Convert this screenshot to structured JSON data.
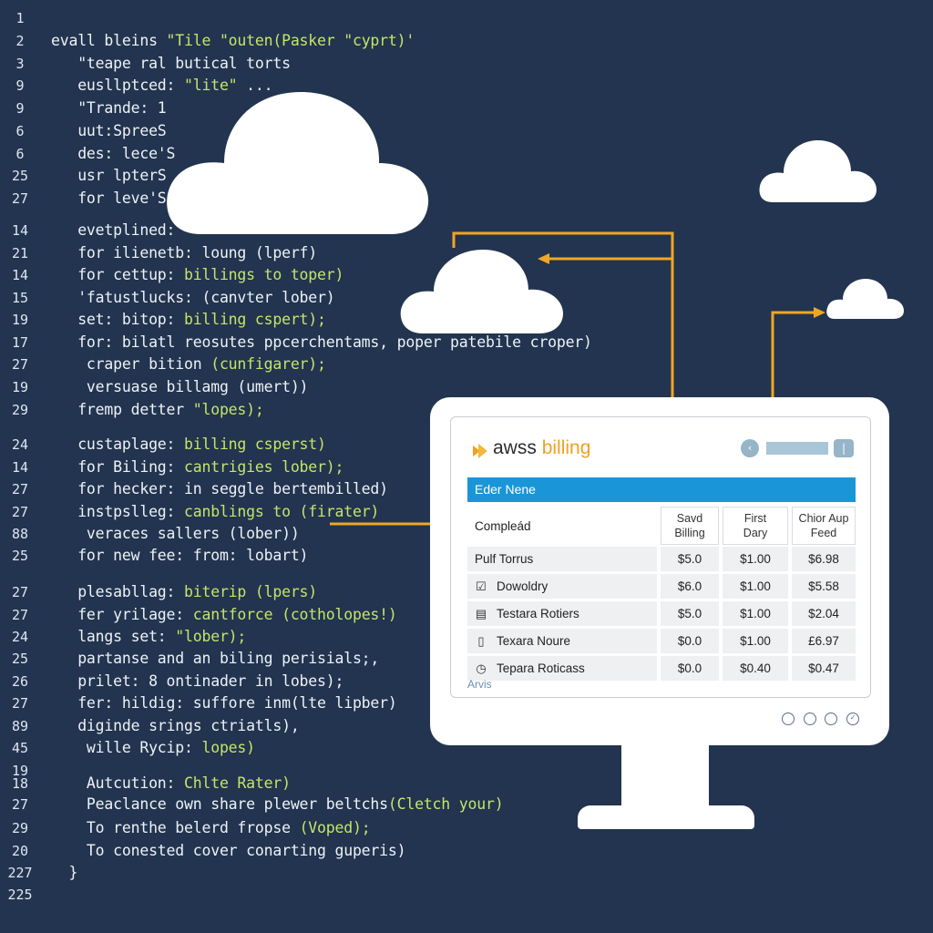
{
  "editor": {
    "lines": [
      {
        "num": "1",
        "text": ""
      },
      {
        "num": "2",
        "text": "evall bleins ",
        "hl": "\"Tile \"outen(Pasker \"cyprt)'"
      },
      {
        "num": "3",
        "text": "   \"teape ral butical torts",
        "hl": ""
      },
      {
        "num": "9",
        "text": "   eusllptced: ",
        "hl": "\"lite\"",
        "tail": " ..."
      },
      {
        "num": "9",
        "text": "   \"Trande: 1",
        "hl": ""
      },
      {
        "num": "6",
        "text": "   uut:SpreeS",
        "hl": ""
      },
      {
        "num": "6",
        "text": "   des: lece'S",
        "hl": ""
      },
      {
        "num": "25",
        "text": "   usr lpterS",
        "hl": ""
      },
      {
        "num": "27",
        "text": "   for leve'S",
        "hl": ""
      },
      {
        "num": "14",
        "text": "   evetplined:",
        "hl": ""
      },
      {
        "num": "21",
        "text": "   for ilienetb: loung (lperf)",
        "hl": ""
      },
      {
        "num": "14",
        "text": "   for cettup: ",
        "hl": "billings to toper)"
      },
      {
        "num": "15",
        "text": "   'fatustlucks: (canvter lober)",
        "hl": ""
      },
      {
        "num": "19",
        "text": "   set: bitop: ",
        "hl": "billing cspert);"
      },
      {
        "num": "17",
        "text": "   for: bilatl reosutes ppcerchentams, poper patebile croper)",
        "hl": ""
      },
      {
        "num": "27",
        "text": "    craper bition ",
        "hl": "(cunfigarer);"
      },
      {
        "num": "19",
        "text": "    versuase billamg (umert))",
        "hl": ""
      },
      {
        "num": "29",
        "text": "   fremp detter ",
        "hl": "\"lopes);"
      },
      {
        "num": "24",
        "text": "   custaplage: ",
        "hl": "billing csperst)"
      },
      {
        "num": "14",
        "text": "   for Biling: ",
        "hl": "cantrigies lober);"
      },
      {
        "num": "27",
        "text": "   for hecker: in seggle bertembilled)",
        "hl": ""
      },
      {
        "num": "27",
        "text": "   instpslleg: ",
        "hl": "canblings to (firater)"
      },
      {
        "num": "88",
        "text": "    veraces sallers (lober))",
        "hl": ""
      },
      {
        "num": "25",
        "text": "   for new fee: from: lobart)",
        "hl": ""
      },
      {
        "num": "27",
        "text": "   plesabllag: ",
        "hl": "biterip (lpers)"
      },
      {
        "num": "27",
        "text": "   fer yrilage: ",
        "hl": "cantforce (cotholopes!)"
      },
      {
        "num": "24",
        "text": "   langs set: ",
        "hl": "\"lober);"
      },
      {
        "num": "25",
        "text": "   partanse and an biling perisials;,",
        "hl": ""
      },
      {
        "num": "26",
        "text": "   prilet: 8 ontinader in lobes);",
        "hl": ""
      },
      {
        "num": "27",
        "text": "   fer: hildig: suffore inm(lte lipber)",
        "hl": ""
      },
      {
        "num": "89",
        "text": "   diginde srings ctriatls),",
        "hl": ""
      },
      {
        "num": "45",
        "text": "    wille Rycip: ",
        "hl": "lopes)"
      },
      {
        "num": "19",
        "text": "",
        "hl": ""
      },
      {
        "num": "18",
        "text": "    Autcution: ",
        "hl": "Chlte Rater)"
      },
      {
        "num": "27",
        "text": "    Peaclance own share plewer beltchs",
        "hl": "(Cletch your)"
      },
      {
        "num": "29",
        "text": "    To renthe belerd fropse ",
        "hl": "(Voped);"
      },
      {
        "num": "20",
        "text": "    To conested cover conarting guperis)",
        "hl": ""
      },
      {
        "num": "227",
        "text": "  }",
        "hl": ""
      },
      {
        "num": "225",
        "text": "",
        "hl": ""
      }
    ]
  },
  "billing": {
    "brand_prefix": "awss",
    "brand_suffix": " billing",
    "header_bar": "Eder Nene",
    "row_label_header": "Compleád",
    "columns": [
      "Savd\nBilling",
      "First\nDary",
      "Chior Aup\nFeed"
    ],
    "rows": [
      {
        "icon": "",
        "name": "Pulf Torrus",
        "values": [
          "$5.0",
          "$1.00",
          "$6.98"
        ]
      },
      {
        "icon": "checkbox-icon",
        "name": "Dowoldry",
        "values": [
          "$6.0",
          "$1.00",
          "$5.58"
        ]
      },
      {
        "icon": "document-icon",
        "name": "Testara Rotiers",
        "values": [
          "$5.0",
          "$1.00",
          "$2.04"
        ]
      },
      {
        "icon": "file-icon",
        "name": "Texara Noure",
        "values": [
          "$0.0",
          "$1.00",
          "£6.97"
        ]
      },
      {
        "icon": "clock-icon",
        "name": "Tepara Roticass",
        "values": [
          "$0.0",
          "$0.40",
          "$0.47"
        ]
      }
    ],
    "footer_label": "Arvis",
    "accent": "#1a95d8",
    "brand_color": "#f0a020"
  },
  "colors": {
    "background": "#22344f",
    "code_highlight": "#c4e56a",
    "arrow": "#f0a623"
  }
}
